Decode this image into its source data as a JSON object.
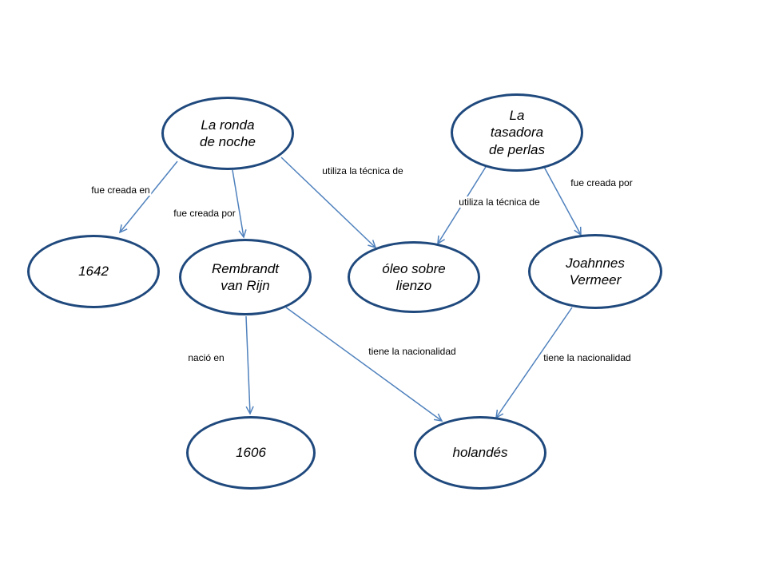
{
  "diagram": {
    "type": "concept-map",
    "background_color": "#ffffff",
    "node_border_color": "#1f497d",
    "node_fill_color": "#ffffff",
    "edge_color": "#4f81bd",
    "nodes": [
      {
        "id": "la-ronda-de-noche",
        "label": "La ronda\nde noche"
      },
      {
        "id": "la-tasadora-de-perlas",
        "label": "La\ntasadora\nde perlas"
      },
      {
        "id": "1642",
        "label": "1642"
      },
      {
        "id": "rembrandt-van-rijn",
        "label": "Rembrandt\nvan Rijn"
      },
      {
        "id": "oleo-sobre-lienzo",
        "label": "óleo sobre\nlienzo"
      },
      {
        "id": "joahnnes-vermeer",
        "label": "Joahnnes\nVermeer"
      },
      {
        "id": "1606",
        "label": "1606"
      },
      {
        "id": "holandes",
        "label": "holandés"
      }
    ],
    "edges": [
      {
        "from": "la-ronda-de-noche",
        "to": "1642",
        "label": "fue creada en"
      },
      {
        "from": "la-ronda-de-noche",
        "to": "rembrandt-van-rijn",
        "label": "fue creada por"
      },
      {
        "from": "la-ronda-de-noche",
        "to": "oleo-sobre-lienzo",
        "label": "utiliza la técnica de"
      },
      {
        "from": "la-tasadora-de-perlas",
        "to": "oleo-sobre-lienzo",
        "label": "utiliza la técnica de"
      },
      {
        "from": "la-tasadora-de-perlas",
        "to": "joahnnes-vermeer",
        "label": "fue creada por"
      },
      {
        "from": "rembrandt-van-rijn",
        "to": "1606",
        "label": "nació en"
      },
      {
        "from": "rembrandt-van-rijn",
        "to": "holandes",
        "label": "tiene la nacionalidad"
      },
      {
        "from": "joahnnes-vermeer",
        "to": "holandes",
        "label": "tiene la nacionalidad"
      }
    ]
  }
}
